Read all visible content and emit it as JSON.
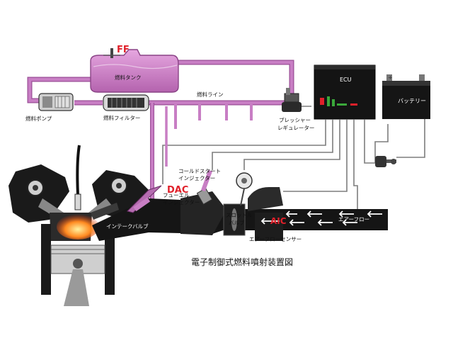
{
  "diagram": {
    "caption": "電子制御式燃料噴射装置図",
    "markers": {
      "ff": "FF",
      "dac": "DAC",
      "aic": "AIC"
    },
    "labels": {
      "fuel_tank": "燃料タンク",
      "fuel_line": "燃料ライン",
      "fuel_pump": "燃料ポンプ",
      "fuel_filter": "燃料フィルター",
      "pressure_regulator_1": "プレッシャー",
      "pressure_regulator_2": "レギュレーター",
      "ecu": "ECU",
      "battery": "バッテリー",
      "cold_start_1": "コールドスタート",
      "cold_start_2": "インジェクター",
      "fuel_injector_1": "フューエル",
      "fuel_injector_2": "インジェクター",
      "intake_valve": "インテークバルブ",
      "throttle_valve_1": "スロットル",
      "throttle_valve_2": "バルブ",
      "air_flow": "エアーフロー",
      "air_flow_sensor": "エアーフローセンサー"
    },
    "colors": {
      "fuel_line": "#c87ec4",
      "fuel_line_dark": "#9a4f96",
      "marker_red": "#e0202a",
      "intake": "#151515",
      "wire": "#7d7d7d",
      "background": "#ffffff"
    }
  }
}
